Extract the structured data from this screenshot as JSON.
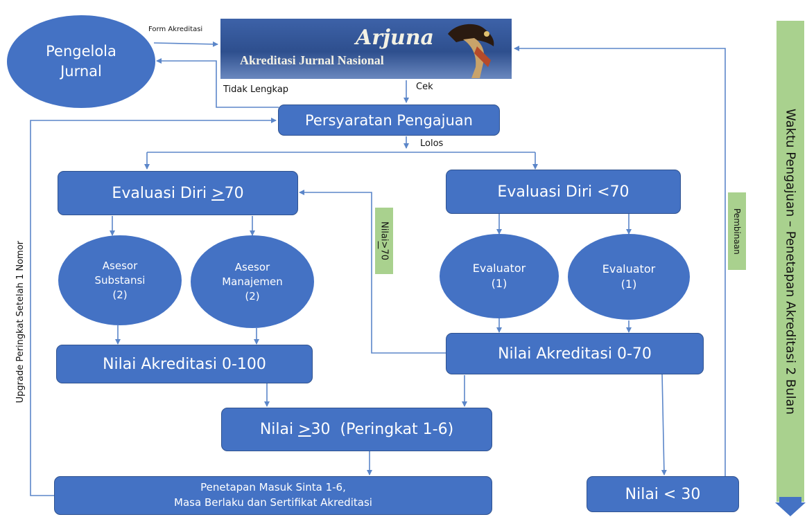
{
  "colors": {
    "box_fill": "#4472C4",
    "box_border": "#2F528F",
    "connector": "#5B86C9",
    "side_label": "#A9D18E",
    "banner_bg": "#2E4F8E"
  },
  "banner": {
    "title": "Arjuna",
    "subtitle": "Akreditasi Jurnal Nasional",
    "icon": "wayang-puppet-icon"
  },
  "nodes": {
    "pengelola": "Pengelola\nJurnal",
    "persyaratan": "Persyaratan Pengajuan",
    "evaluasi_high_prefix": "Evaluasi Diri ",
    "evaluasi_high_symbol": ">",
    "evaluasi_high_value": "70",
    "evaluasi_low": "Evaluasi Diri <70",
    "asesor_substansi": "Asesor\nSubstansi\n(2)",
    "asesor_manajemen": "Asesor\nManajemen\n(2)",
    "evaluator_1": "Evaluator\n(1)",
    "evaluator_2": "Evaluator\n(1)",
    "nilai_100": "Nilai Akreditasi 0-100",
    "nilai_70": "Nilai Akreditasi 0-70",
    "nilai_30_prefix": "Nilai ",
    "nilai_30_symbol": ">",
    "nilai_30_value": "30  (Peringkat 1-6)",
    "penetapan": "Penetapan Masuk Sinta 1-6,\nMasa Berlaku dan Sertifikat Akreditasi",
    "nilai_lt30": "Nilai < 30"
  },
  "edge_labels": {
    "form": "Form Akreditasi",
    "tidak_lengkap": "Tidak Lengkap",
    "cek": "Cek",
    "lolos": "Lolos",
    "nilai_ge70_prefix": "Nilai",
    "nilai_ge70_symbol": ">",
    "nilai_ge70_value": "70",
    "pembinaan": "Pembinaan",
    "upgrade": "Upgrade Peringkat Setelah 1 Nomor"
  },
  "timeline": {
    "label": "Waktu Pengajuan – Penetapan  Akreditasi 2 Bulan"
  }
}
